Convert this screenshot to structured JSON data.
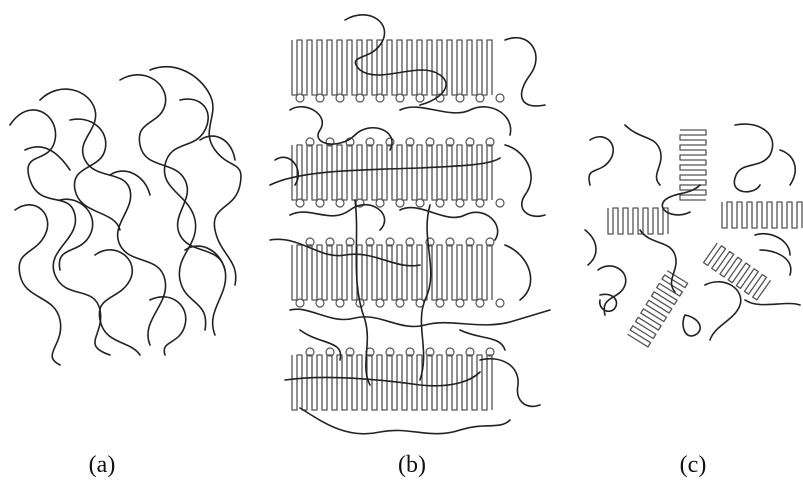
{
  "captions": {
    "a": "(a)",
    "b": "(b)",
    "c": "(c)"
  },
  "colors": {
    "background": "#ffffff",
    "chain": "#222222",
    "lamella": "#555555"
  }
}
